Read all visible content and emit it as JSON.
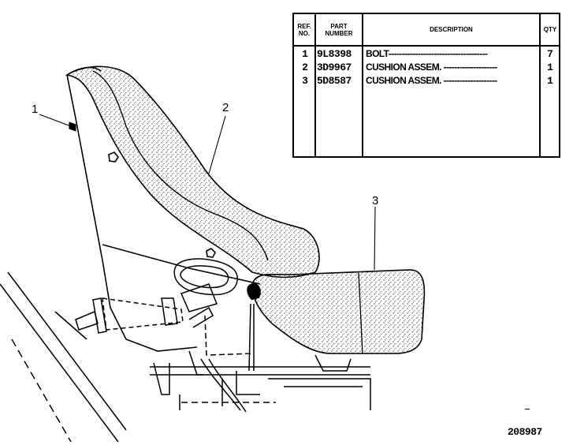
{
  "table": {
    "headers": {
      "ref": "REF. NO.",
      "part": "PART NUMBER",
      "description": "DESCRIPTION",
      "qty": "QTY"
    },
    "rows": [
      {
        "ref": "1",
        "part": "9L8398",
        "description": "BOLT-------------------------------------",
        "qty": "7"
      },
      {
        "ref": "2",
        "part": "3D9967",
        "description": "CUSHION ASSEM. --------------------",
        "qty": "1"
      },
      {
        "ref": "3",
        "part": "5D8587",
        "description": "CUSHION ASSEM. --------------------",
        "qty": "1"
      }
    ]
  },
  "callouts": {
    "c1": "1",
    "c2": "2",
    "c3": "3"
  },
  "figure_id": "208987"
}
